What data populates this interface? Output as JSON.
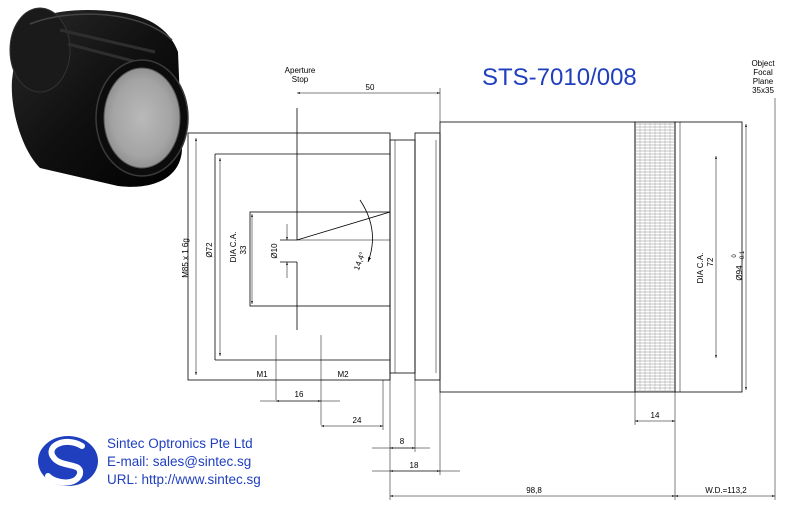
{
  "title": "STS-7010/008",
  "labels": {
    "aperture_stop_line1": "Aperture",
    "aperture_stop_line2": "Stop",
    "object_line1": "Object",
    "object_line2": "Focal",
    "object_line3": "Plane",
    "object_line4": "35x35",
    "thread": "M85 x 1 6g",
    "dia72_left": "Ø72",
    "dia_ca_left_line1": "DIA C.A.",
    "dia_ca_left_line2": "33",
    "dia10": "Ø10",
    "angle": "14,4°",
    "dia_ca_right_line1": "DIA C.A.",
    "dia_ca_right_line2": "72",
    "dia94": "Ø94",
    "dia94_tol_upper": "0",
    "dia94_tol_lower": "-0.1",
    "m1": "M1",
    "m2": "M2"
  },
  "dimensions": {
    "d50": "50",
    "d16": "16",
    "d24": "24",
    "d8": "8",
    "d18": "18",
    "d14": "14",
    "d98_8": "98,8",
    "wd": "W.D.=113,2"
  },
  "company": {
    "name": "Sintec Optronics Pte Ltd",
    "email": "E-mail: sales@sintec.sg",
    "url": "URL: http://www.sintec.sg"
  },
  "colors": {
    "brand_blue": "#1f3fbf",
    "line": "#000000"
  },
  "icons": {
    "logo": "sintec-logo-icon",
    "photo": "lens-photo"
  }
}
